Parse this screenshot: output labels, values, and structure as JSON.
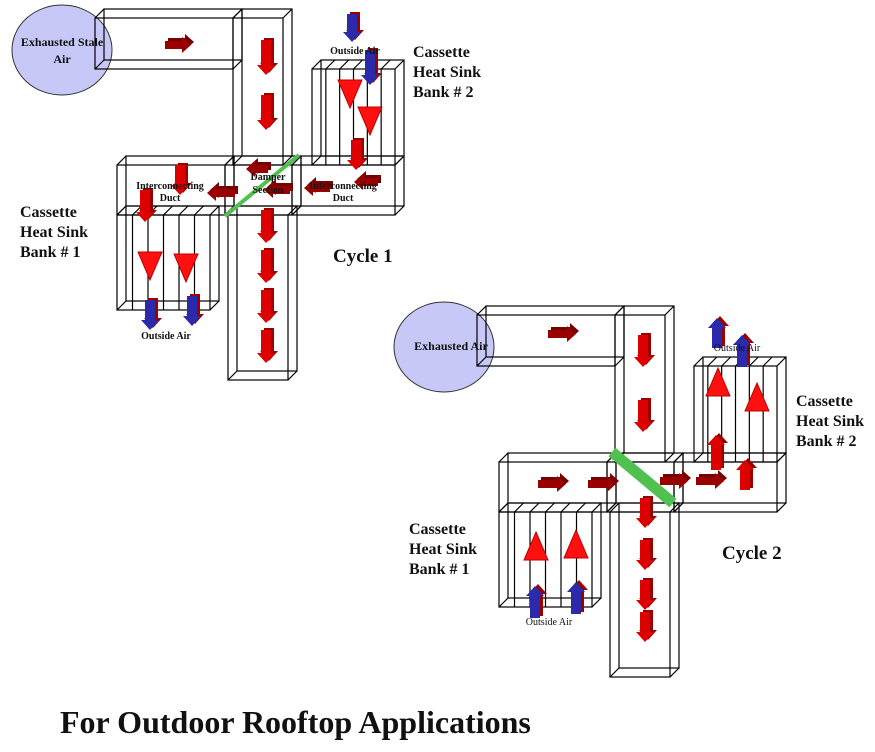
{
  "title": "For Outdoor Rooftop Applications",
  "colors": {
    "exhaust_fill": "#c8c8f8",
    "damper": "#50c050",
    "warm_arrow": "#dd0000",
    "warm_arrow_dark": "#990000",
    "outside_arrow": "#2a2aaa"
  },
  "cycle1": {
    "label": "Cycle 1",
    "exhaust": [
      "Exhausted Stale",
      "Air"
    ],
    "outside_air_top": "Outside Air",
    "outside_air_bottom": "Outside Air",
    "bank2": [
      "Cassette",
      "Heat Sink",
      "Bank # 2"
    ],
    "bank1": [
      "Cassette",
      "Heat Sink",
      "Bank # 1"
    ],
    "duct_left": [
      "Interconnecting",
      "Duct"
    ],
    "damper": [
      "Damper",
      "Section"
    ],
    "duct_right": [
      "Interconnecting",
      "Duct"
    ]
  },
  "cycle2": {
    "label": "Cycle 2",
    "exhaust": "Exhausted Air",
    "outside_air_top": "Outside Air",
    "outside_air_bottom": "Outside Air",
    "bank2": [
      "Cassette",
      "Heat Sink",
      "Bank # 2"
    ],
    "bank1": [
      "Cassette",
      "Heat Sink",
      "Bank # 1"
    ]
  }
}
